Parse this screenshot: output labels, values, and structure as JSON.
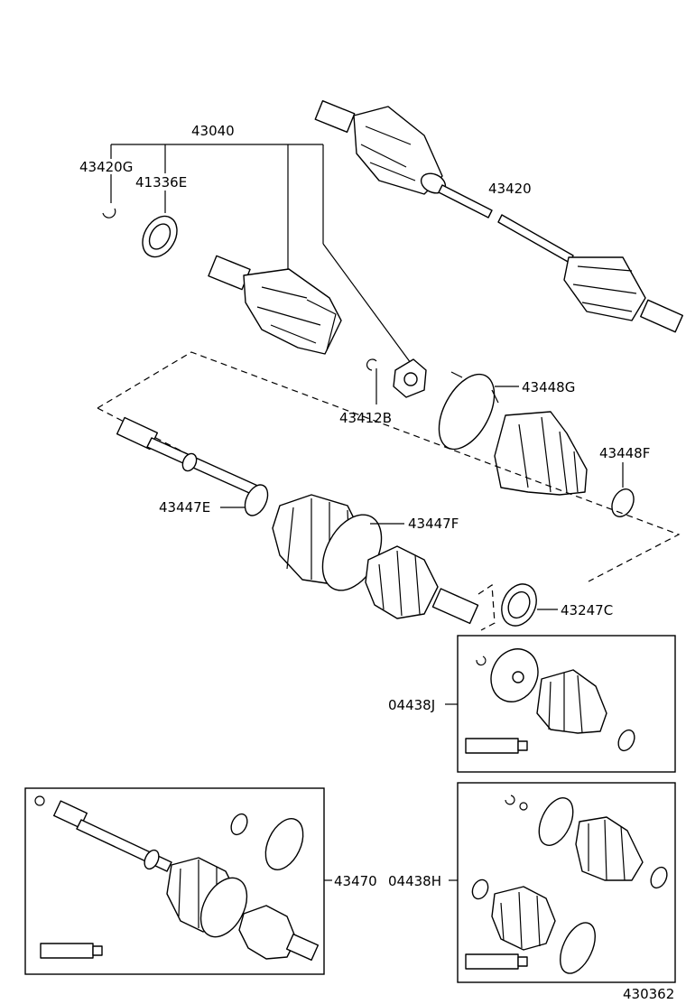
{
  "diagram_code": "430362",
  "part_numbers": {
    "drive_shaft_assy": "43420",
    "outboard_joint_assy": "43040",
    "snap_ring_outer": "43420G",
    "bearing_seal": "41336E",
    "snap_ring_tripod": "43412B",
    "boot_clamp_large_outboard": "43448G",
    "boot_clamp_small_outboard": "43448F",
    "boot_clamp_small_inboard": "43447E",
    "boot_clamp_large_inboard": "43447F",
    "dust_deflector": "43247C",
    "boot_kit_inboard": "04438J",
    "inboard_shaft_assy": "43470",
    "boot_kit_outboard": "04438H"
  }
}
